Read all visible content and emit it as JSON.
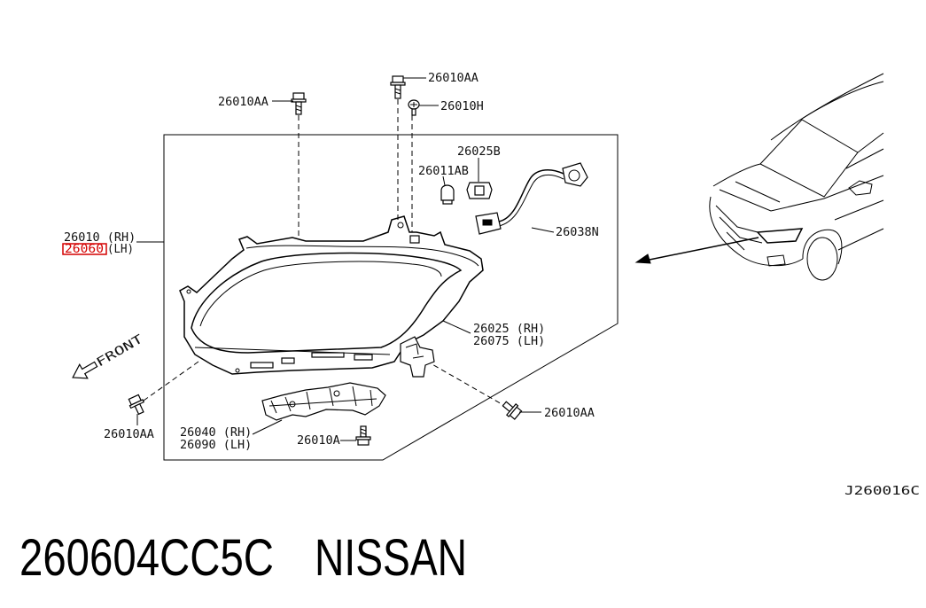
{
  "labels": {
    "bolt_top_center": "26010AA",
    "bolt_top_left": "26010AA",
    "screw_top": "26010H",
    "bulb_socket": "26025B",
    "bulb": "26011AB",
    "headlamp_rh": "26010 (RH)",
    "headlamp_lh_code": "26060",
    "headlamp_lh_side": "(LH)",
    "harness": "26038N",
    "front": "FRONT",
    "bracket_rh": "26025 (RH)",
    "bracket_lh": "26075 (LH)",
    "bolt_right": "26010AA",
    "bolt_left": "26010AA",
    "mount_rh": "26040 (RH)",
    "mount_lh": "26090 (LH)",
    "bolt_bottom": "26010A",
    "diagram_id": "J260016C"
  },
  "caption": {
    "part_number": "260604CC5C",
    "brand": "NISSAN"
  },
  "colors": {
    "line": "#000000",
    "highlight": "#d40000"
  }
}
